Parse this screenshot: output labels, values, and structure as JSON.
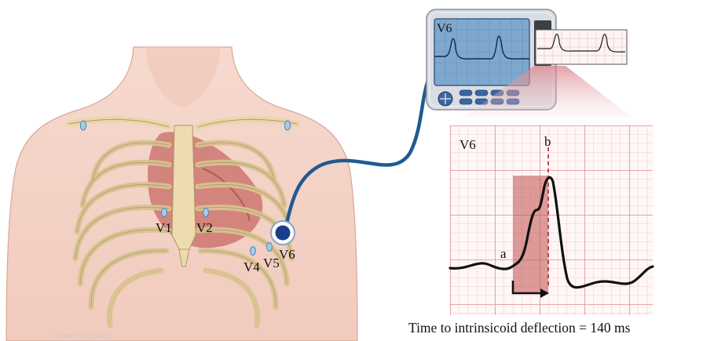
{
  "watermark": "© MAYO CLINIC",
  "leads": {
    "v1": "V1",
    "v2": "V2",
    "v4": "V4",
    "v5": "V5",
    "v6": "V6"
  },
  "monitor": {
    "screen_lead": "V6"
  },
  "ecg_zoom": {
    "lead": "V6",
    "point_a": "a",
    "point_b": "b"
  },
  "caption": "Time to intrinsicoid deflection = 140 ms",
  "colors": {
    "cable": "#1f5b8f",
    "electrode": "#1a3f8a",
    "ecg_grid": "#e3a1a5",
    "shaded_interval": "#c0504d",
    "monitor_screen": "#7fa8cf"
  }
}
